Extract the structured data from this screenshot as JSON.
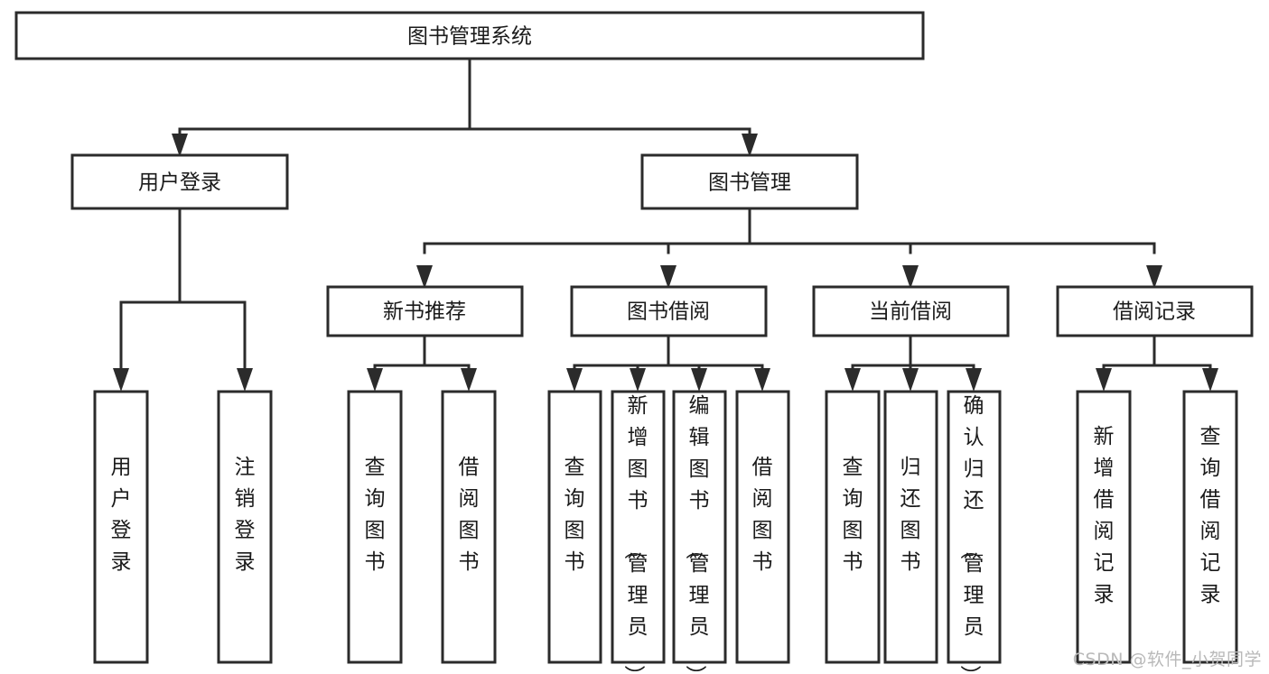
{
  "diagram": {
    "type": "tree-hierarchy",
    "title": "图书管理系统",
    "watermark": "CSDN @软件_小贺同学",
    "colors": {
      "stroke": "#2b2b2b",
      "fill": "#ffffff",
      "text": "#1a1a1a",
      "watermark": "#b9b9b9"
    },
    "nodes": {
      "root": {
        "label": "图书管理系统",
        "level": 0,
        "orientation": "horizontal"
      },
      "l1": [
        {
          "id": "user-login",
          "label": "用户登录",
          "level": 1,
          "orientation": "horizontal"
        },
        {
          "id": "book-manage",
          "label": "图书管理",
          "level": 1,
          "orientation": "horizontal"
        }
      ],
      "l2": [
        {
          "id": "new-book-recommend",
          "label": "新书推荐",
          "level": 2,
          "orientation": "horizontal"
        },
        {
          "id": "book-borrow",
          "label": "图书借阅",
          "level": 2,
          "orientation": "horizontal"
        },
        {
          "id": "current-borrow",
          "label": "当前借阅",
          "level": 2,
          "orientation": "horizontal"
        },
        {
          "id": "borrow-record",
          "label": "借阅记录",
          "level": 2,
          "orientation": "horizontal"
        }
      ],
      "leaves": [
        {
          "id": "leaf-user-login",
          "label": "用户登录",
          "parent": "user-login",
          "orientation": "vertical"
        },
        {
          "id": "leaf-user-logout",
          "label": "注销登录",
          "parent": "user-login",
          "orientation": "vertical"
        },
        {
          "id": "leaf-query-book-1",
          "label": "查询图书",
          "parent": "new-book-recommend",
          "orientation": "vertical"
        },
        {
          "id": "leaf-borrow-book-1",
          "label": "借阅图书",
          "parent": "new-book-recommend",
          "orientation": "vertical"
        },
        {
          "id": "leaf-query-book-2",
          "label": "查询图书",
          "parent": "book-borrow",
          "orientation": "vertical"
        },
        {
          "id": "leaf-add-book",
          "label": "新增图书（管理员）",
          "parent": "book-borrow",
          "orientation": "vertical"
        },
        {
          "id": "leaf-edit-book",
          "label": "编辑图书（管理员）",
          "parent": "book-borrow",
          "orientation": "vertical"
        },
        {
          "id": "leaf-borrow-book-2",
          "label": "借阅图书",
          "parent": "book-borrow",
          "orientation": "vertical"
        },
        {
          "id": "leaf-query-book-3",
          "label": "查询图书",
          "parent": "current-borrow",
          "orientation": "vertical"
        },
        {
          "id": "leaf-return-book",
          "label": "归还图书",
          "parent": "current-borrow",
          "orientation": "vertical"
        },
        {
          "id": "leaf-confirm-return",
          "label": "确认归还（管理员）",
          "parent": "current-borrow",
          "orientation": "vertical"
        },
        {
          "id": "leaf-add-record",
          "label": "新增借阅记录",
          "parent": "borrow-record",
          "orientation": "vertical"
        },
        {
          "id": "leaf-query-record",
          "label": "查询借阅记录",
          "parent": "borrow-record",
          "orientation": "vertical"
        }
      ]
    }
  }
}
